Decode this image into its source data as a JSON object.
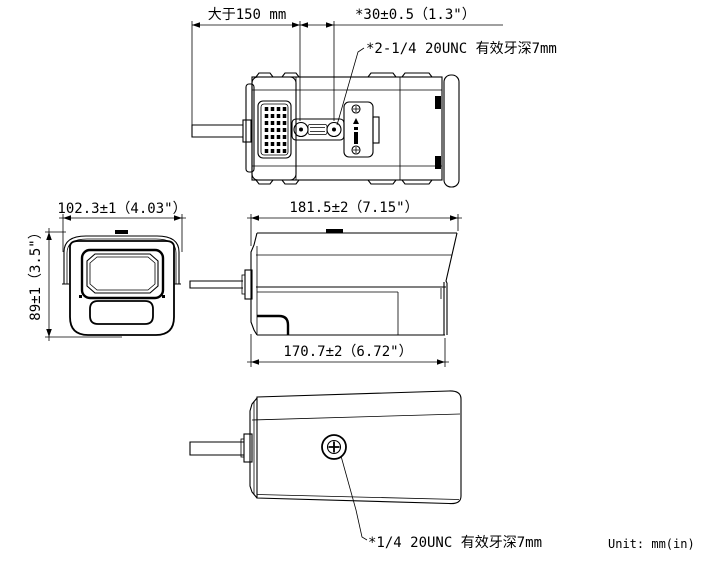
{
  "drawing": {
    "background": "#ffffff",
    "line_color": "#000000",
    "unit_note": "Unit: mm(in)",
    "views": {
      "top": {
        "dim_cable_clearance": "大于150 mm",
        "dim_mount_hole_spacing": "*30±0.5（1.3\"）",
        "note_mount_thread": "*2-1/4 20UNC 有效牙深7mm"
      },
      "front": {
        "dim_width": "102.3±1（4.03\"）",
        "dim_height": "89±1（3.5\"）"
      },
      "side": {
        "dim_overall_length": "181.5±2（7.15\"）",
        "dim_body_length": "170.7±2（6.72\"）"
      },
      "bottom": {
        "note_mount_thread": "*1/4 20UNC 有效牙深7mm"
      }
    }
  }
}
